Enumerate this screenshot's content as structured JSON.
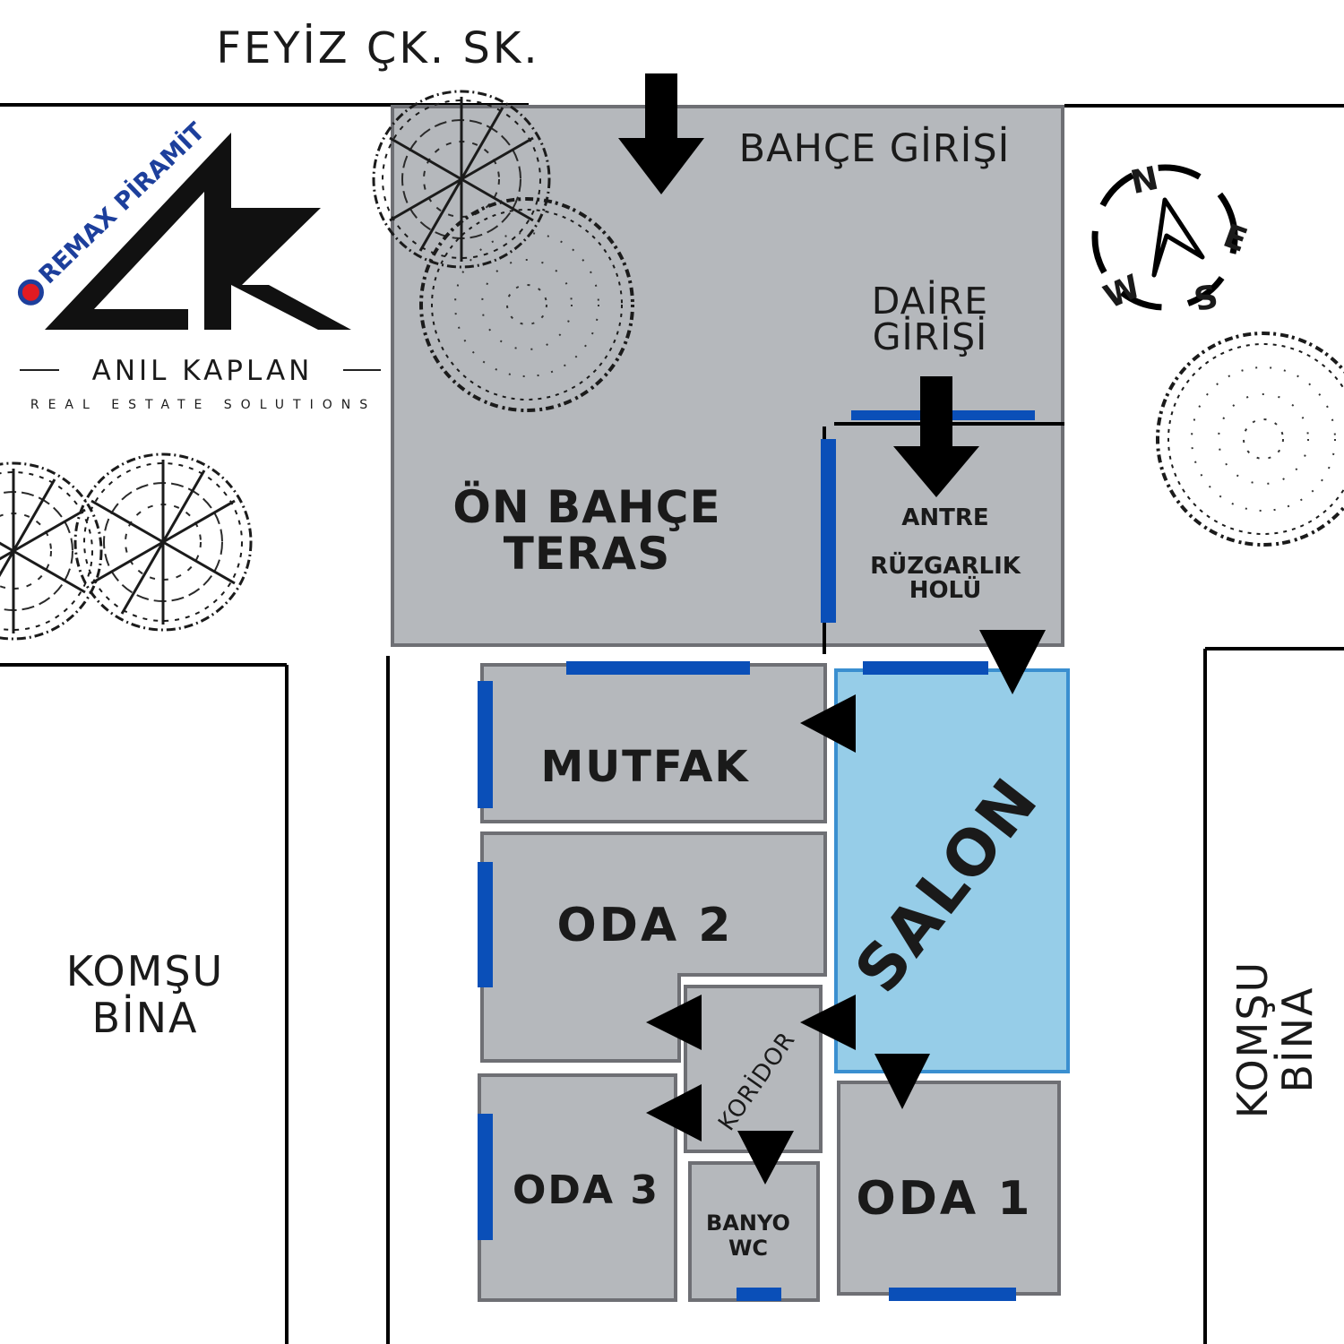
{
  "street": {
    "name": "FEYİZ ÇK. SK."
  },
  "logo": {
    "brand": "REMAX PİRAMİT",
    "agent": "ANIL KAPLAN",
    "tagline": "REAL ESTATE SOLUTIONS"
  },
  "labels": {
    "garden_entrance": "BAHÇE GİRİŞİ",
    "flat_entrance_line1": "DAİRE",
    "flat_entrance_line2": "GİRİŞİ",
    "neighbor_left_line1": "KOMŞU",
    "neighbor_left_line2": "BİNA",
    "neighbor_right_line1": "KOMŞU",
    "neighbor_right_line2": "BİNA"
  },
  "rooms": {
    "front_garden_line1": "ÖN BAHÇE",
    "front_garden_line2": "TERAS",
    "entry": "ANTRE",
    "wind_hall_line1": "RÜZGARLIK",
    "wind_hall_line2": "HOLÜ",
    "kitchen": "MUTFAK",
    "living": "SALON",
    "room2": "ODA 2",
    "room3": "ODA 3",
    "room1": "ODA 1",
    "corridor": "KORİDOR",
    "bath_line1": "BANYO",
    "bath_line2": "WC"
  },
  "compass": {
    "n": "N",
    "e": "E",
    "s": "S",
    "w": "W"
  },
  "colors": {
    "room_fill": "#b5b8bc",
    "room_stroke": "#6e6f74",
    "salon_fill": "#96cde8",
    "salon_stroke": "#3a8fd0",
    "window": "#0a4fb8",
    "ink": "#000000"
  }
}
